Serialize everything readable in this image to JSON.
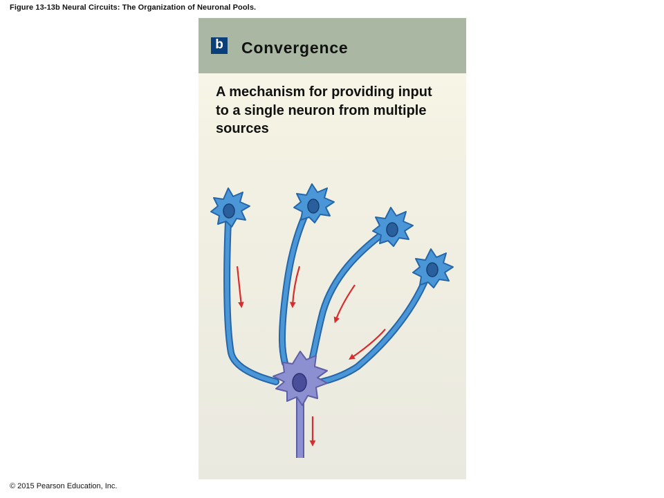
{
  "figure_title": "Figure 13-13b Neural Circuits: The Organization of Neuronal Pools.",
  "panel": {
    "letter": "b",
    "heading": "Convergence",
    "description": "A mechanism for providing input to a single neuron from multiple sources"
  },
  "copyright": "© 2015 Pearson Education, Inc.",
  "colors": {
    "header_bg": "#a9b7a3",
    "letter_bg": "#0b3f7a",
    "input_neuron": "#4b96d6",
    "input_neuron_outline": "#2566a8",
    "target_neuron": "#8c8fd0",
    "target_neuron_outline": "#5d5fa6",
    "arrow": "#d92c2c"
  },
  "diagram": {
    "input_neurons": 4,
    "target_neurons": 1
  }
}
